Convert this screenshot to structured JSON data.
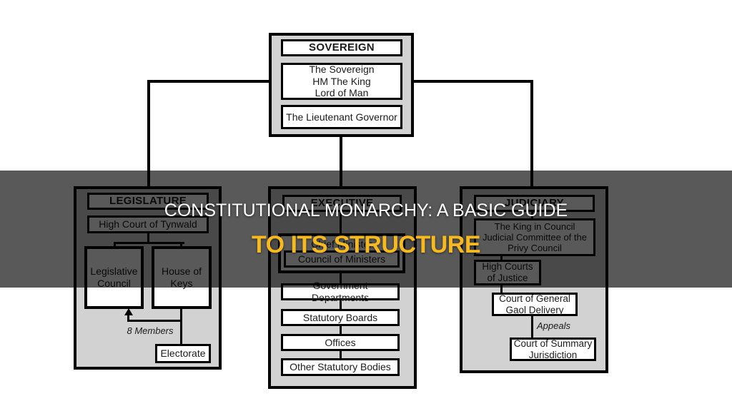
{
  "banner": {
    "line1": "CONSTITUTIONAL MONARCHY: A BASIC GUIDE",
    "line2": "TO ITS STRUCTURE",
    "line1_color": "#ffffff",
    "line2_color": "#f6b91e",
    "overlay_color": "rgba(0,0,0,0.65)"
  },
  "sovereign": {
    "header": "SOVEREIGN",
    "box1_lines": [
      "The Sovereign",
      "HM The King",
      "Lord of Man"
    ],
    "box2": "The Lieutenant Governor"
  },
  "legislature": {
    "header": "LEGISLATURE",
    "court": "High Court of Tynwald",
    "council_lines": [
      "Legislative",
      "Council"
    ],
    "keys_lines": [
      "House of",
      "Keys"
    ],
    "members_label": "8 Members",
    "electorate": "Electorate"
  },
  "executive": {
    "header": "EXECUTIVE",
    "chief": "Chief Minister",
    "council": "Council of Ministers",
    "departments": "Government Departments",
    "boards": "Statutory Boards",
    "offices": "Offices",
    "other": "Other Statutory Bodies"
  },
  "judiciary": {
    "header": "JUDICIARY",
    "privy_lines": [
      "The King in Council",
      "Judicial Committee of the",
      "Privy Council"
    ],
    "high_courts_lines": [
      "High Courts",
      "of Justice"
    ],
    "gaol_lines": [
      "Court of General",
      "Gaol Delivery"
    ],
    "appeals_label": "Appeals",
    "summary_lines": [
      "Court of Summary",
      "Jurisdiction"
    ]
  },
  "colors": {
    "group_fill": "#d2d2d2",
    "box_fill": "#ffffff",
    "border": "#000000",
    "accent_yellow": "#f6b91e",
    "page_background": "#ffffff"
  }
}
